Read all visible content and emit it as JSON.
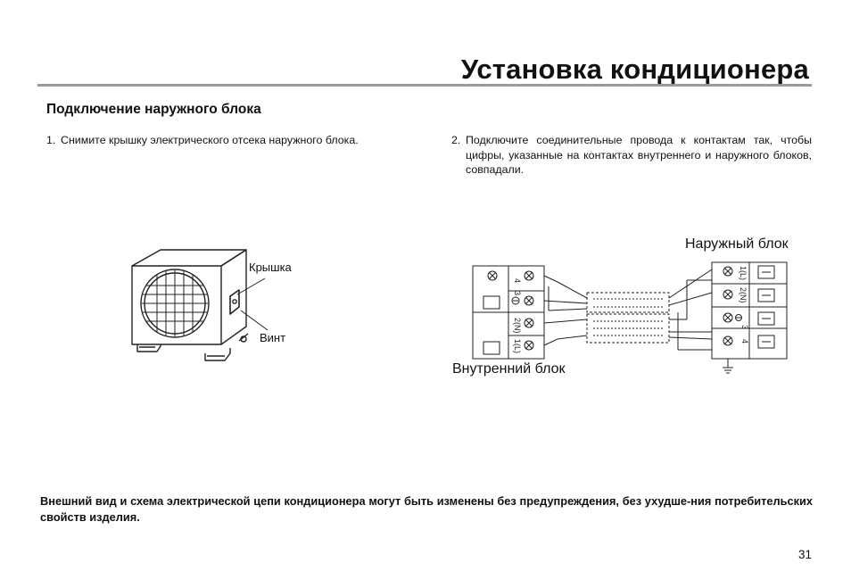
{
  "header": {
    "title": "Установка кондиционера"
  },
  "section": {
    "title": "Подключение наружного блока"
  },
  "steps": [
    {
      "num": "1.",
      "text": "Снимите крышку электрического отсека наружного блока."
    },
    {
      "num": "2.",
      "text": "Подключите соединительные провода к контактам так, чтобы цифры, указанные на контактах внутреннего и наружного блоков, совпадали."
    }
  ],
  "figure1": {
    "label_cover": "Крышка",
    "label_screw": "Винт"
  },
  "figure2": {
    "label_outdoor": "Наружный блок",
    "label_indoor": "Внутренний блок",
    "indoor_terminals": [
      "4",
      "3",
      "2(N)",
      "1(L)"
    ],
    "outdoor_terminals": [
      "1(L)",
      "2(N)",
      "3",
      "4"
    ]
  },
  "note": "Внешний вид и схема электрической цепи кондиционера могут быть изменены без предупреждения, без ухудше-ния потребительских свойств изделия.",
  "page_number": "31"
}
